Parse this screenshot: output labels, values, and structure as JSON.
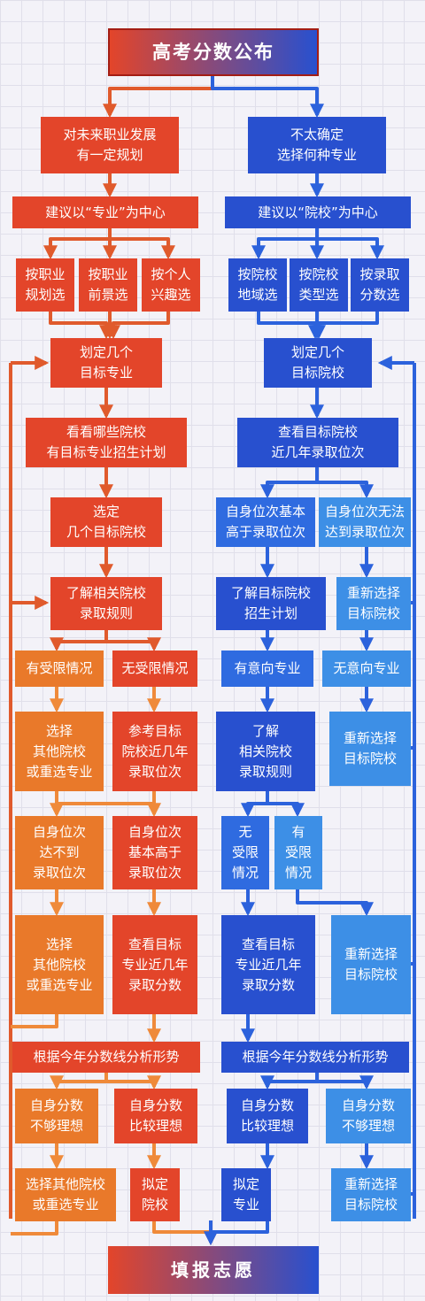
{
  "colors": {
    "red": "#e3452a",
    "redDark": "#c7341c",
    "orange": "#e9792a",
    "blue": "#2850cf",
    "blueMid": "#2f6be0",
    "blueLight": "#3d8fe6",
    "redLine": "#e05a2c",
    "orangeLine": "#ef8a3a",
    "blueLine": "#2c62dc"
  },
  "title": "高考分数公布",
  "end": "填报志愿",
  "left": {
    "branch": "对未来职业发展\n有一定规划",
    "suggest": "建议以“专业”为中心",
    "methods": [
      "按职业\n规划选",
      "按职业\n前景选",
      "按个人\n兴趣选"
    ],
    "s1": "划定几个\n目标专业",
    "s2": "看看哪些院校\n有目标专业招生计划",
    "s3": "选定\n几个目标院校",
    "s4": "了解相关院校\n录取规则",
    "limited": "有受限情况",
    "unlimited": "无受限情况",
    "limited_action": "选择\n其他院校\n或重选专业",
    "ref_rank": "参考目标\n院校近几年\n录取位次",
    "below": "自身位次\n达不到\n录取位次",
    "above": "自身位次\n基本高于\n录取位次",
    "below_action": "选择\n其他院校\n或重选专业",
    "check_score": "查看目标\n专业近几年\n录取分数",
    "analyze": "根据今年分数线分析形势",
    "not_ideal": "自身分数\n不够理想",
    "ideal": "自身分数\n比较理想",
    "not_ideal_action": "选择其他院校\n或重选专业",
    "ideal_action": "拟定\n院校"
  },
  "right": {
    "branch": "不太确定\n选择何种专业",
    "suggest": "建议以“院校”为中心",
    "methods": [
      "按院校\n地域选",
      "按院校\n类型选",
      "按录取\n分数选"
    ],
    "s1": "划定几个\n目标院校",
    "s2": "查看目标院校\n近几年录取位次",
    "higher": "自身位次基本\n高于录取位次",
    "cannot": "自身位次无法\n达到录取位次",
    "plan": "了解目标院校\n招生计划",
    "reselect1": "重新选择\n目标院校",
    "intent": "有意向专业",
    "nointent": "无意向专业",
    "rules": "了解\n相关院校\n录取规则",
    "reselect2": "重新选择\n目标院校",
    "nolimit": "无\n受限\n情况",
    "haslimit": "有\n受限\n情况",
    "check_score": "查看目标\n专业近几年\n录取分数",
    "reselect3": "重新选择\n目标院校",
    "analyze": "根据今年分数线分析形势",
    "ideal": "自身分数\n比较理想",
    "not_ideal": "自身分数\n不够理想",
    "ideal_action": "拟定\n专业",
    "not_ideal_action": "重新选择\n目标院校"
  }
}
